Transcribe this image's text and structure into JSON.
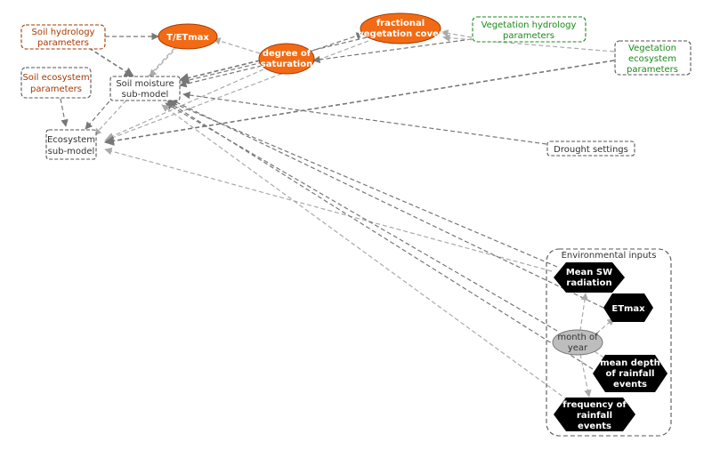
{
  "colors": {
    "orange_fill": "#f26b14",
    "brown_text": "#a63a00",
    "green_text": "#1a8a1a",
    "dark_text": "#333333",
    "black_fill": "#000000",
    "grey_fill": "#bdbdbd",
    "edge_dark": "#777777",
    "edge_light": "#aaaaaa"
  },
  "nodes": {
    "soil_hydrology_params": {
      "line1": "Soil hydrology",
      "line2": "parameters"
    },
    "soil_ecosystem_params": {
      "line1": "Soil ecosystem",
      "line2": "parameters"
    },
    "soil_moisture_submodel": {
      "line1": "Soil moisture",
      "line2": "sub-model"
    },
    "ecosystem_submodel": {
      "line1": "Ecosystem",
      "line2": "sub-model"
    },
    "t_etmax": {
      "line1": "T/ETmax"
    },
    "degree_of_saturation": {
      "line1": "degree of",
      "line2": "saturation"
    },
    "fractional_veg_cover": {
      "line1": "fractional",
      "line2": "vegetation cover"
    },
    "veg_hydrology_params": {
      "line1": "Vegetation hydrology",
      "line2": "parameters"
    },
    "veg_ecosystem_params": {
      "line1": "Vegetation",
      "line2": "ecosystem",
      "line3": "parameters"
    },
    "drought_settings": {
      "line1": "Drought settings"
    },
    "environmental_inputs": {
      "title": "Environmental inputs"
    },
    "mean_sw_radiation": {
      "line1": "Mean SW",
      "line2": "radiation"
    },
    "etmax": {
      "line1": "ETmax"
    },
    "month_of_year": {
      "line1": "month of",
      "line2": "year"
    },
    "mean_depth_rainfall": {
      "line1": "mean depth",
      "line2": "of rainfall",
      "line3": "events"
    },
    "frequency_rainfall": {
      "line1": "frequency of",
      "line2": "rainfall",
      "line3": "events"
    }
  }
}
